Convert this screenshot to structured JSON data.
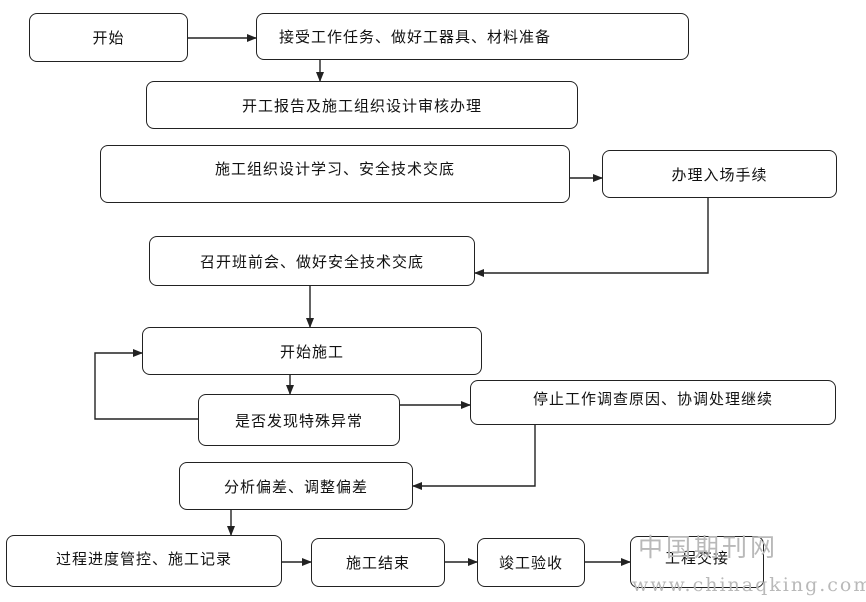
{
  "nodes": {
    "start": "开始",
    "receive_task": "接受工作任务、做好工器具、材料准备",
    "report_review": "开工报告及施工组织设计审核办理",
    "design_study": "施工组织设计学习、安全技术交底",
    "entry_procedures": "办理入场手续",
    "pre_shift_meeting": "召开班前会、做好安全技术交底",
    "begin_construction": "开始施工",
    "check_abnormal": "是否发现特殊异常",
    "stop_investigate": "停止工作调查原因、协调处理继续",
    "analyze_adjust": "分析偏差、调整偏差",
    "progress_control": "过程进度管控、施工记录",
    "construction_end": "施工结束",
    "completion_acceptance": "竣工验收",
    "project_handover": "工程交接"
  },
  "watermark": {
    "brand": "中国期刊网",
    "url": "www.chinaqking.com"
  },
  "colors": {
    "line": "#222222",
    "watermark": "#b9b9b9"
  }
}
